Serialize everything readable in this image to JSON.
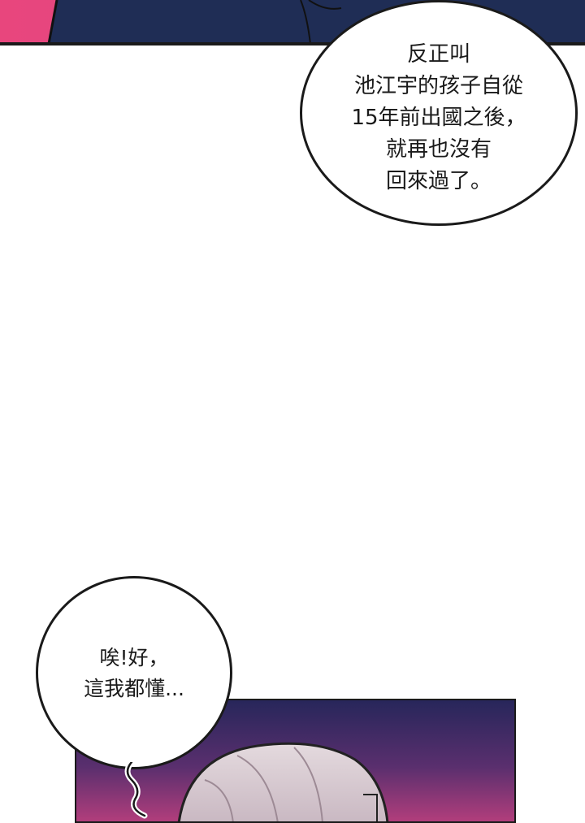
{
  "bubbles": [
    {
      "lines": [
        "反正叫",
        "池江宇的孩子自從",
        "15年前出國之後，",
        "就再也沒有",
        "回來過了。"
      ]
    },
    {
      "lines": [
        "唉!好，",
        "這我都懂..."
      ]
    }
  ],
  "colors": {
    "top_panel_pink": "#e0487e",
    "top_panel_suit": "#1f2d55",
    "bottom_panel_top": "#2a2860",
    "bottom_panel_bottom": "#b23d7a",
    "hair": "#d9cdd3",
    "outline": "#1a1a1a"
  }
}
